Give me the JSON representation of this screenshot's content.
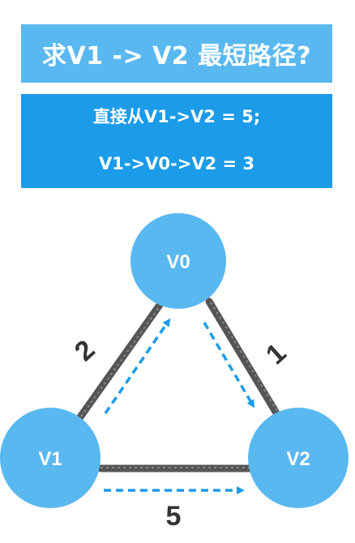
{
  "title": "求V1 -> V2 最短路径?",
  "info": {
    "line1": "直接从V1->V2 = 5;",
    "line2": "V1->V0->V2 = 3"
  },
  "nodes": {
    "v0": "V0",
    "v1": "V1",
    "v2": "V2"
  },
  "weights": {
    "v1_v0": "2",
    "v0_v2": "1",
    "v1_v2": "5"
  },
  "colors": {
    "title_bg": "#5ab8f0",
    "info_bg": "#1b9be8",
    "node": "#5ab8f0",
    "edge": "#555555",
    "path_arrow": "#1b9be8"
  }
}
